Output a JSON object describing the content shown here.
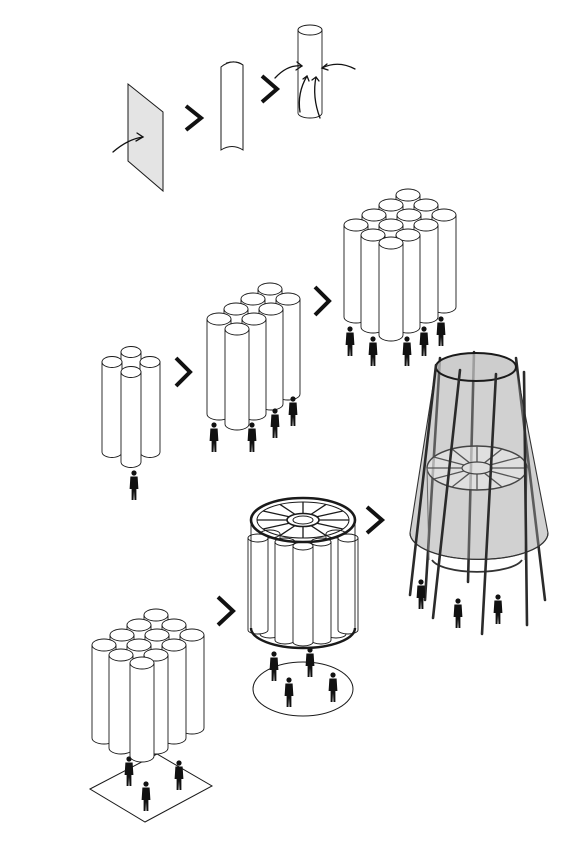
{
  "diagram": {
    "colors": {
      "line": "#1a1a1a",
      "fill": "#ffffff",
      "sheet": "#e2e2e2",
      "mesh": "#8f8f8f",
      "person": "#111111",
      "chevron": "#111111"
    },
    "steps": [
      {
        "id": "flat-sheet"
      },
      {
        "id": "curved-sheet"
      },
      {
        "id": "tube-under-load"
      },
      {
        "id": "tube-cluster-small",
        "people": 1
      },
      {
        "id": "tube-cluster-medium",
        "people": 4
      },
      {
        "id": "tube-cluster-large",
        "people": 5
      },
      {
        "id": "tube-cluster-on-platform",
        "people": 3
      },
      {
        "id": "ring-pavilion",
        "people": 4
      },
      {
        "id": "mesh-tower",
        "people": 3
      }
    ]
  }
}
